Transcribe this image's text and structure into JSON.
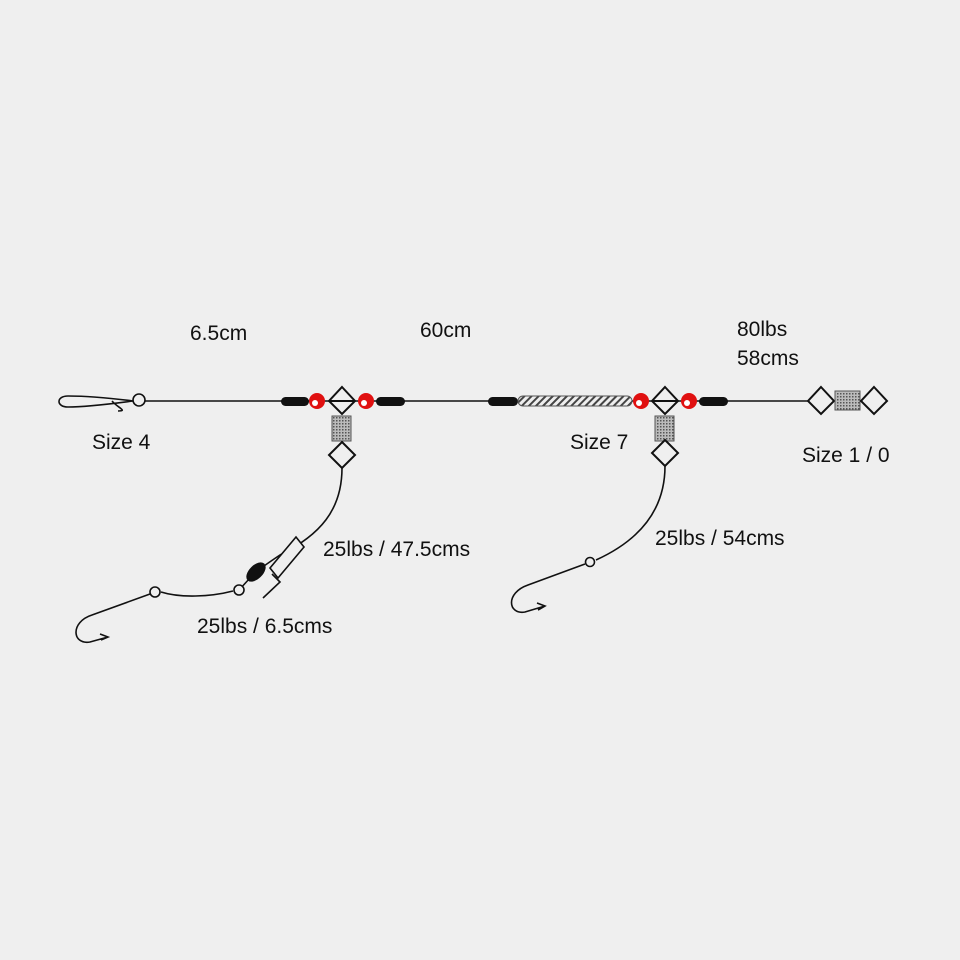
{
  "diagram": {
    "labels": {
      "clip_length": "6.5cm",
      "middle_length": "60cm",
      "main_line_strength": "80lbs",
      "main_line_length": "58cms",
      "clip_size": "Size 4",
      "mid_swivel_size": "Size 7",
      "end_swivel_size": "Size 1 / 0",
      "upper_snood": "25lbs / 47.5cms",
      "right_snood": "25lbs / 54cms",
      "lower_snood": "25lbs / 6.5cms"
    },
    "colors": {
      "background": "#efefef",
      "line": "#111111",
      "bead_red": "#e01010",
      "swivel_fill": "#8a8a8a"
    }
  }
}
